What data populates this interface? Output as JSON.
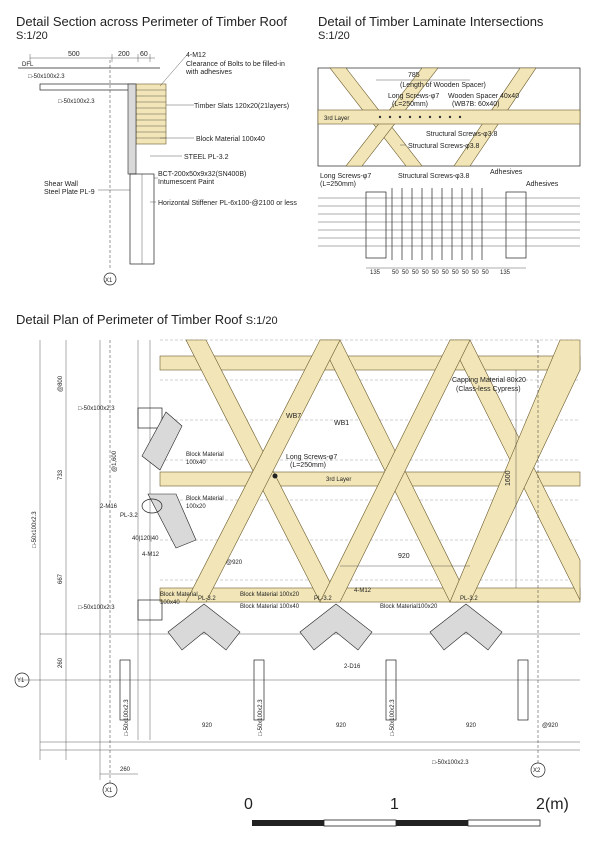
{
  "titles": {
    "section": "Detail Section across Perimeter of Timber Roof",
    "section_scale": "S:1/20",
    "laminate": "Detail of Timber Laminate Intersections",
    "laminate_scale": "S:1/20",
    "plan": "Detail Plan of Perimeter of Timber Roof",
    "plan_scale": "S:1/20"
  },
  "section_labels": {
    "dim_500": "500",
    "dim_200": "200",
    "dim_60": "60",
    "dfl": "DFL",
    "std1": "□-50x100x2.3",
    "std2": "□-50x100x2.3",
    "bolt": "4-M12",
    "clearance1": "Clearance of Bolts to be filled-in",
    "clearance2": "with adhesives",
    "slats": "Timber Slats 120x20(21layers)",
    "block": "Block Material 100x40",
    "steel": "STEEL PL-3.2",
    "bct": "BCT-200x50x9x32(SN400B)",
    "paint": "Intumescent Paint",
    "stiffener": "Horizontal Stiffener PL-6x100-@2100 or less",
    "shear1": "Shear Wall",
    "shear2": "Steel Plate PL-9",
    "x1": "X1"
  },
  "laminate_labels": {
    "d785": "785",
    "spacer_len": "(Length of Wooden Spacer)",
    "long1": "Long Screws-φ7",
    "long1b": "(L=250mm)",
    "spacer": "Wooden Spacer 40x40",
    "spacer_b": "(WB7B: 60x40)",
    "layer3": "3rd Layer",
    "struct1": "Structural Screws-φ3.8",
    "struct2": "Structural Screws-φ3.8",
    "long2": "Long Screws-φ7",
    "long2b": "(L=250mm)",
    "struct3": "Structural Screws-φ3.8",
    "adh1": "Adhesives",
    "adh2": "Adhesives",
    "dims": [
      "135",
      "50",
      "50",
      "50",
      "50",
      "50",
      "50",
      "50",
      "50",
      "50",
      "50",
      "135"
    ]
  },
  "plan_labels": {
    "d800": "@800",
    "d1600": "@1,600",
    "d733": "733",
    "d667": "667",
    "d260": "260",
    "d260b": "260",
    "std_a": "□-50x100x2.3",
    "std_b": "□-50x100x2.3",
    "std_c": "□-50x100x2.3",
    "std_d": "□-50x100x2.3",
    "std_e": "□-50x100x2.3",
    "std_f": "□-50x100x2.3",
    "std_g": "□-50x100x2.3",
    "block1a": "Block Material",
    "block1b": "100x40",
    "block2a": "Block Material",
    "block2b": "100x20",
    "m16": "2-M16",
    "pl32": "PL-3.2",
    "m12a": "4-M12",
    "m12b": "4-M12",
    "d12040": "40|120|40",
    "d920a": "@920",
    "d920b": "920",
    "block3a": "Block Material",
    "block3b": "100x40",
    "pl32b": "PL-3.2",
    "block4": "Block Material 100x20",
    "block5": "Block Material 100x40",
    "pl32c": "PL-3.2",
    "block6": "Block Material100x20",
    "pl32d": "PL-3.2",
    "d16": "2-D16",
    "capping1": "Capping Material 80x20",
    "capping2": "(Class-less Cypress)",
    "wb7": "WB7",
    "wb1": "WB1",
    "long": "Long Screws-φ7",
    "longb": "(L=250mm)",
    "layer3": "3rd Layer",
    "d1600b": "1600",
    "bottom920": [
      "920",
      "920",
      "920"
    ],
    "at920": "@920",
    "y1": "Y1",
    "x1": "X1",
    "x2": "X2"
  },
  "scale_bar": {
    "labels": [
      "0",
      "1",
      "2(m)"
    ]
  }
}
